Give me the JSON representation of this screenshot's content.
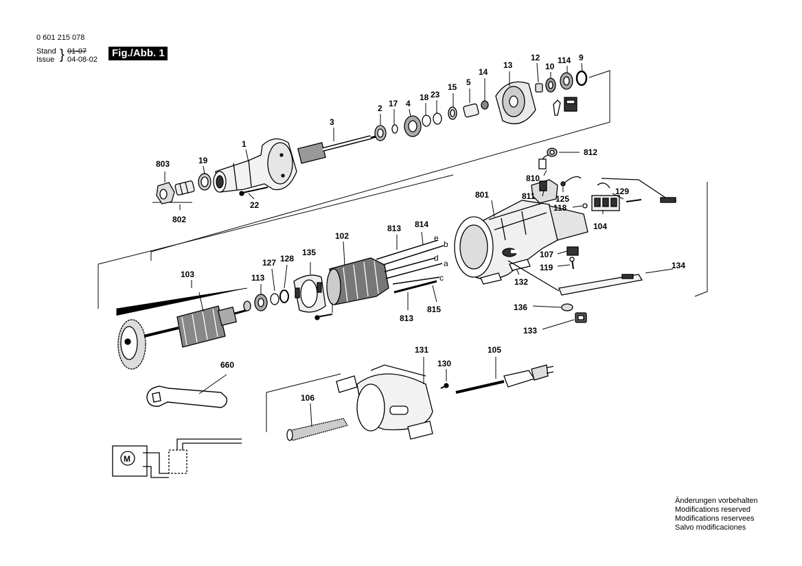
{
  "header": {
    "doc_number": "0 601 215 078",
    "stand_label": "Stand",
    "stand_value": "01-07",
    "issue_label": "Issue",
    "issue_value": "04-08-02",
    "figure": "Fig./Abb. 1"
  },
  "footer": {
    "lines": [
      "Änderungen vorbehalten",
      "Modifications reserved",
      "Modifications reservees",
      "Salvo modificaciones"
    ]
  },
  "parts": {
    "p803": "803",
    "p802": "802",
    "p19": "19",
    "p1": "1",
    "p22": "22",
    "p3": "3",
    "p2": "2",
    "p17": "17",
    "p4": "4",
    "p18": "18",
    "p23": "23",
    "p15": "15",
    "p5": "5",
    "p14": "14",
    "p13": "13",
    "p12": "12",
    "p10": "10",
    "p114": "114",
    "p9": "9",
    "p812": "812",
    "p810": "810",
    "p811": "811",
    "p125": "125",
    "p129": "129",
    "p118": "118",
    "p801": "801",
    "p104": "104",
    "p107": "107",
    "p119": "119",
    "p132": "132",
    "p134": "134",
    "p136": "136",
    "p133": "133",
    "p103": "103",
    "p113": "113",
    "p127": "127",
    "p128": "128",
    "p135": "135",
    "p102": "102",
    "p813a": "813",
    "p814": "814",
    "p813b": "813",
    "p815": "815",
    "p660": "660",
    "p106": "106",
    "p131": "131",
    "p130": "130",
    "p105": "105"
  },
  "wire_letters": {
    "e": "e",
    "b": "b",
    "d": "d",
    "a": "a",
    "c": "c"
  },
  "schematic": {
    "motor_symbol": "M"
  }
}
